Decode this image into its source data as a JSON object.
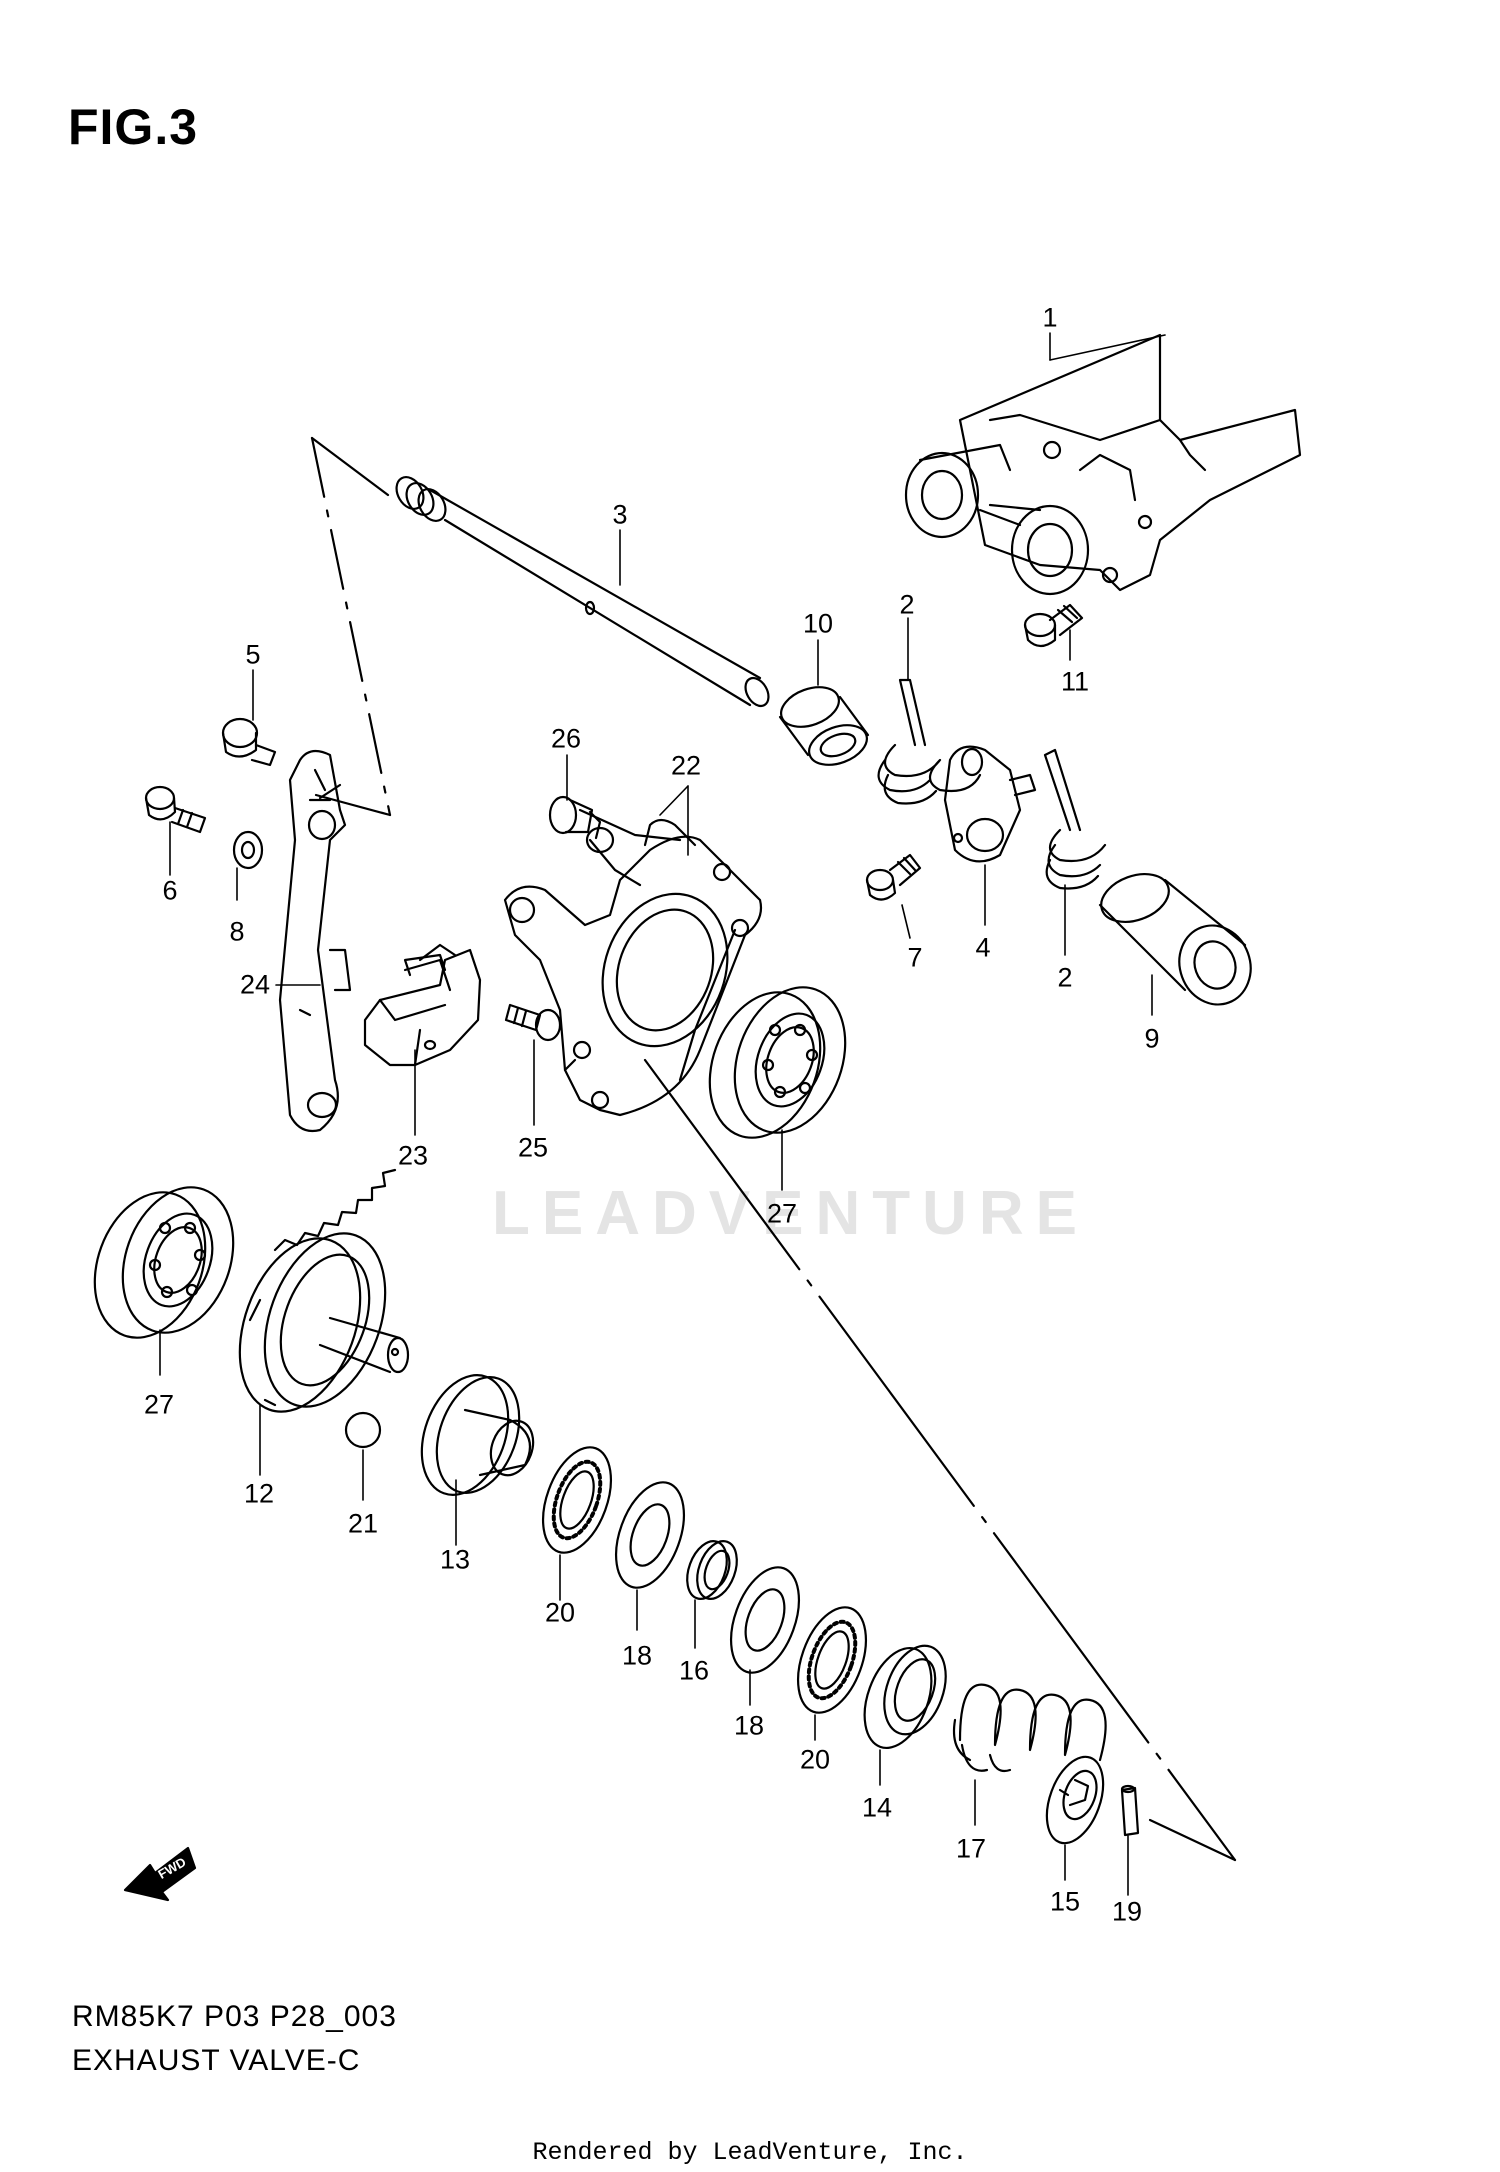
{
  "figure": {
    "title": "FIG.3",
    "model_code": "RM85K7 P03 P28_003",
    "caption": "EXHAUST VALVE-C",
    "footer": "Rendered by LeadVenture, Inc.",
    "watermark": "LEADVENTURE",
    "fwd_arrow_text": "FWD"
  },
  "callouts": [
    "1",
    "2",
    "3",
    "10",
    "5",
    "26",
    "22",
    "11",
    "6",
    "8",
    "7",
    "4",
    "2",
    "9",
    "24",
    "23",
    "25",
    "27",
    "27",
    "12",
    "21",
    "13",
    "20",
    "18",
    "16",
    "18",
    "20",
    "14",
    "17",
    "15",
    "19"
  ],
  "colors": {
    "line": "#000000",
    "watermark": "#e4e4e4",
    "background": "#ffffff"
  }
}
